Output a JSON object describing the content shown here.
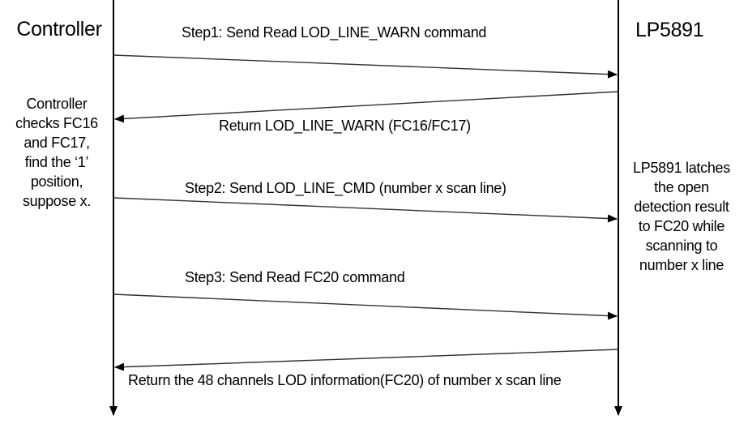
{
  "actors": [
    {
      "name": "Controller"
    },
    {
      "name": "LP5891"
    }
  ],
  "messages": [
    {
      "label": "Step1: Send Read LOD_LINE_WARN command",
      "from": "Controller",
      "to": "LP5891"
    },
    {
      "label": "Return LOD_LINE_WARN (FC16/FC17)",
      "from": "LP5891",
      "to": "Controller"
    },
    {
      "label": "Step2: Send LOD_LINE_CMD (number x scan line)",
      "from": "Controller",
      "to": "LP5891"
    },
    {
      "label": "Step3: Send Read FC20 command",
      "from": "Controller",
      "to": "LP5891"
    },
    {
      "label": "Return the 48 channels LOD information(FC20) of number x scan line",
      "from": "LP5891",
      "to": "Controller"
    }
  ],
  "notes": {
    "left": {
      "lines": [
        "Controller",
        "checks FC16",
        "and FC17,",
        "find the ‘1’",
        "position,",
        "suppose x."
      ]
    },
    "right": {
      "lines": [
        "LP5891 latches",
        "the open",
        "detection result",
        "to FC20 while",
        "scanning to",
        "number x line"
      ]
    }
  },
  "colors": {
    "lifeline": "#000000",
    "message_line": "#333333",
    "text": "#000000",
    "background": "#ffffff"
  }
}
